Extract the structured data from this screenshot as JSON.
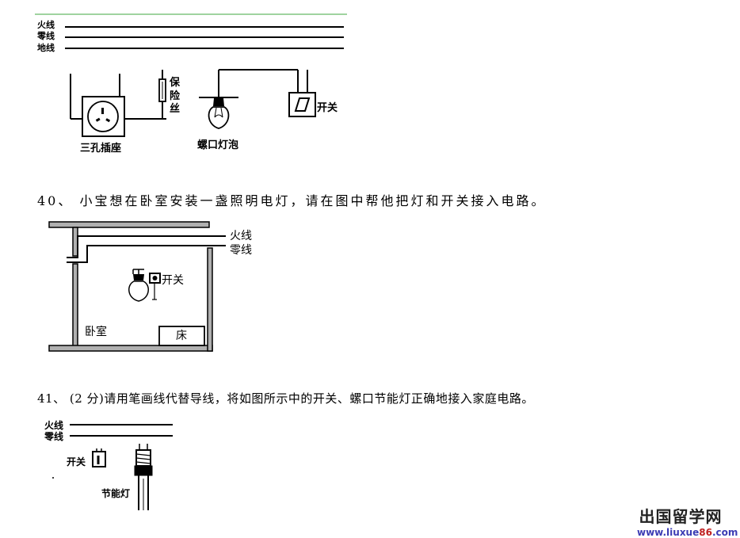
{
  "figure1": {
    "live_wire": "火线",
    "neutral_wire": "零线",
    "ground_wire": "地线",
    "fuse_label": [
      "保",
      "险",
      "丝"
    ],
    "socket_label": "三孔插座",
    "bulb_label": "螺口灯泡",
    "switch_label": "开关"
  },
  "question40": {
    "text": "40、 小宝想在卧室安装一盏照明电灯，请在图中帮他把灯和开关接入电路。",
    "live_wire": "火线",
    "neutral_wire": "零线",
    "switch_label": "开关",
    "room_label": "卧室",
    "bed_label": "床"
  },
  "question41": {
    "text": "41、  (2 分)请用笔画线代替导线，将如图所示中的开关、螺口节能灯正确地接入家庭电路。",
    "live_wire": "火线",
    "neutral_wire": "零线",
    "switch_label": "开关",
    "lamp_label": "节能灯"
  },
  "watermark": {
    "site_name": "出国留学网",
    "url_prefix": "www.liuxue",
    "url_number": "86",
    "url_suffix": ".com"
  },
  "colors": {
    "top_rule": "#9fd39f",
    "wall_fill": "#b0b0b0",
    "url_blue": "#3c3cb4",
    "url_red": "#c02020"
  }
}
